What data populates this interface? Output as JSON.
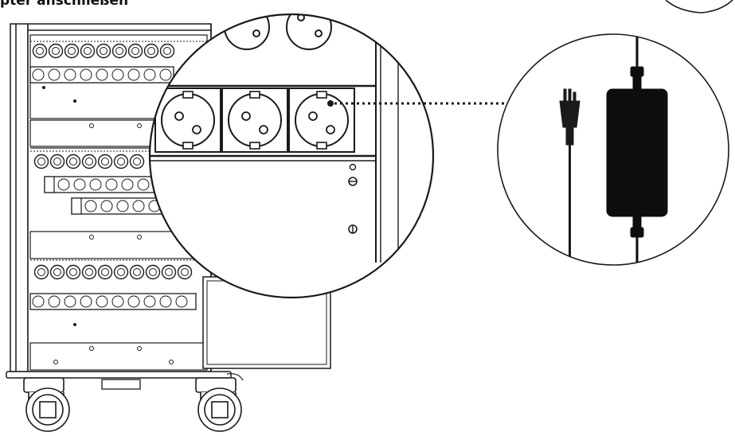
{
  "header": {
    "title": "pter anschließen"
  },
  "colors": {
    "line": "#1a1a1a",
    "adapter_fill": "#0d0d0d",
    "background": "#ffffff"
  },
  "figure": {
    "components": [
      "charging-cart",
      "power-strip",
      "socket",
      "power-adapter",
      "mains-plug",
      "wheel",
      "zoom-circle"
    ]
  }
}
